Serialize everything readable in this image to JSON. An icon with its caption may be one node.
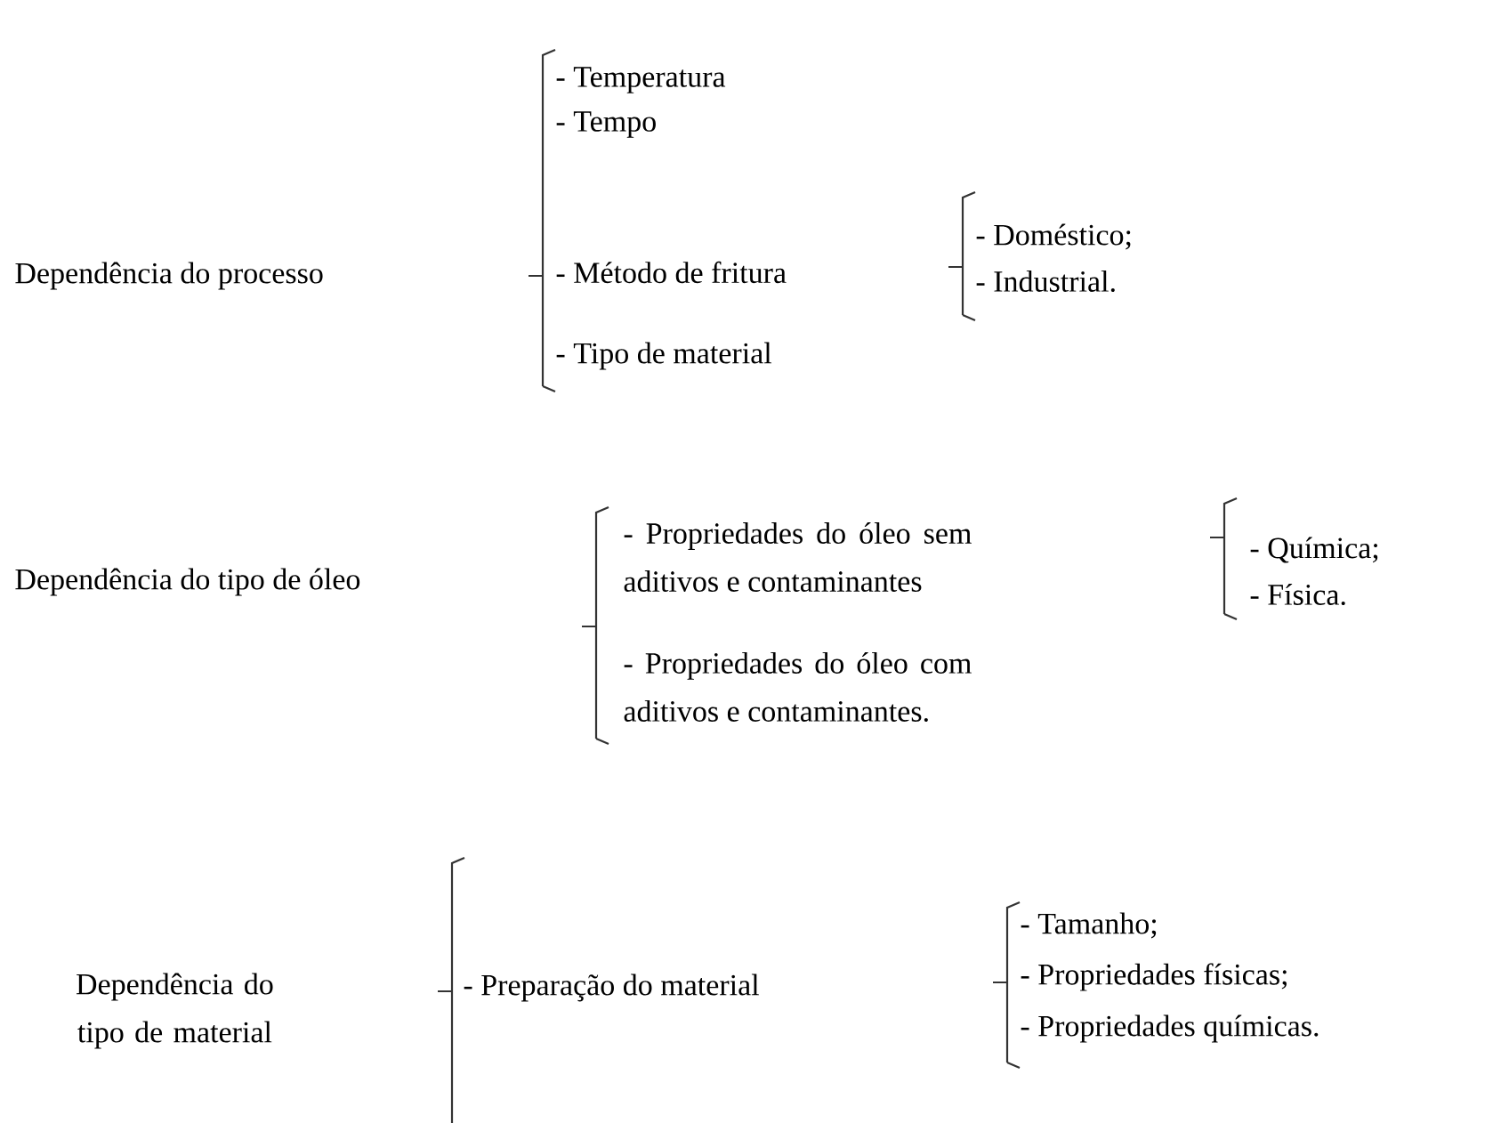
{
  "diagram": {
    "nodes": [
      {
        "text": [
          "Dependência do processo"
        ]
      },
      {
        "text": [
          "- Temperatura"
        ]
      },
      {
        "text": [
          "- Tempo"
        ]
      },
      {
        "text": [
          "- Método de fritura"
        ]
      },
      {
        "text": [
          "- Doméstico;"
        ]
      },
      {
        "text": [
          "- Industrial."
        ]
      },
      {
        "text": [
          "- Tipo de material"
        ]
      },
      {
        "text": [
          "Dependência do tipo de óleo"
        ]
      },
      {
        "text": [
          "- Propriedades do óleo sem aditivos e contaminantes"
        ]
      },
      {
        "text": [
          "- Química;"
        ]
      },
      {
        "text": [
          "- Física."
        ]
      },
      {
        "text": [
          "- Propriedades do óleo com aditivos e contaminantes."
        ]
      },
      {
        "text": [
          "Dependência do tipo de material"
        ]
      },
      {
        "text": [
          "- Preparação do material"
        ]
      },
      {
        "text": [
          "- Tamanho;"
        ]
      },
      {
        "text": [
          "- Propriedades físicas;"
        ]
      },
      {
        "text": [
          "- Propriedades químicas."
        ]
      }
    ]
  }
}
